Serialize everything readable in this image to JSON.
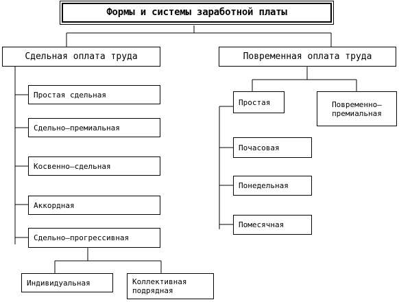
{
  "title": "Формы и системы заработной платы",
  "piece": {
    "label": "Сдельная оплата труда",
    "children": [
      "Простая сдельная",
      "Сдельно–премиальная",
      "Косвенно–сдельная",
      "Аккордная",
      "Сдельно–прогрессивная"
    ],
    "progressive_children": [
      "Индивидуальная",
      "Коллективная\nподрядная"
    ]
  },
  "time": {
    "label": "Повременная оплата труда",
    "children": [
      "Простая",
      "Повременно–\nпремиальная"
    ],
    "simple_children": [
      "Почасовая",
      "Понедельная",
      "Помесячная"
    ]
  }
}
